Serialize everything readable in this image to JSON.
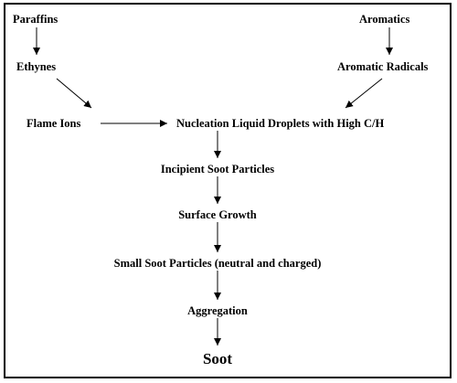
{
  "diagram": {
    "nodes": {
      "paraffins": "Paraffins",
      "aromatics": "Aromatics",
      "ethynes": "Ethynes",
      "aromatic_radicals": "Aromatic Radicals",
      "flame_ions": "Flame Ions",
      "nucleation": "Nucleation Liquid Droplets with High C/H",
      "incipient": "Incipient Soot Particles",
      "surface_growth": "Surface Growth",
      "small_soot": "Small Soot Particles (neutral and charged)",
      "aggregation": "Aggregation",
      "soot": "Soot"
    }
  }
}
